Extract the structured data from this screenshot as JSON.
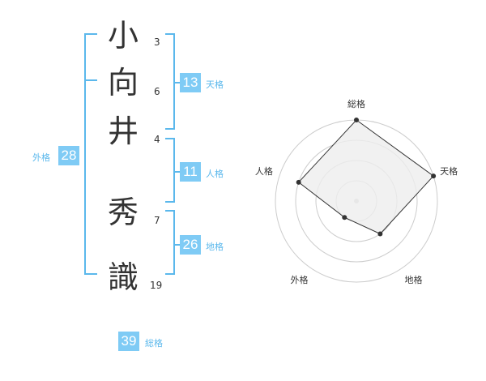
{
  "name": {
    "characters": [
      {
        "char": "小",
        "strokes": "3"
      },
      {
        "char": "向",
        "strokes": "6"
      },
      {
        "char": "井",
        "strokes": "4"
      },
      {
        "char": "秀",
        "strokes": "7"
      },
      {
        "char": "識",
        "strokes": "19"
      }
    ]
  },
  "fortunes": {
    "tenkaku": {
      "value": "13",
      "label": "天格"
    },
    "jinkaku": {
      "value": "11",
      "label": "人格"
    },
    "chikaku": {
      "value": "26",
      "label": "地格"
    },
    "gaikaku": {
      "value": "28",
      "label": "外格"
    },
    "soukaku": {
      "value": "39",
      "label": "総格"
    }
  },
  "chart_data": {
    "type": "radar",
    "axes": [
      "総格",
      "天格",
      "地格",
      "外格",
      "人格"
    ],
    "values": [
      4,
      4,
      2,
      1,
      3
    ],
    "max": 4,
    "rings": 4,
    "colors": {
      "fill": "#eeeeee",
      "stroke": "#333333",
      "grid": "#cccccc",
      "point": "#333333"
    }
  },
  "colors": {
    "accent": "#5bb8ec",
    "badge": "#7fcbf5"
  }
}
